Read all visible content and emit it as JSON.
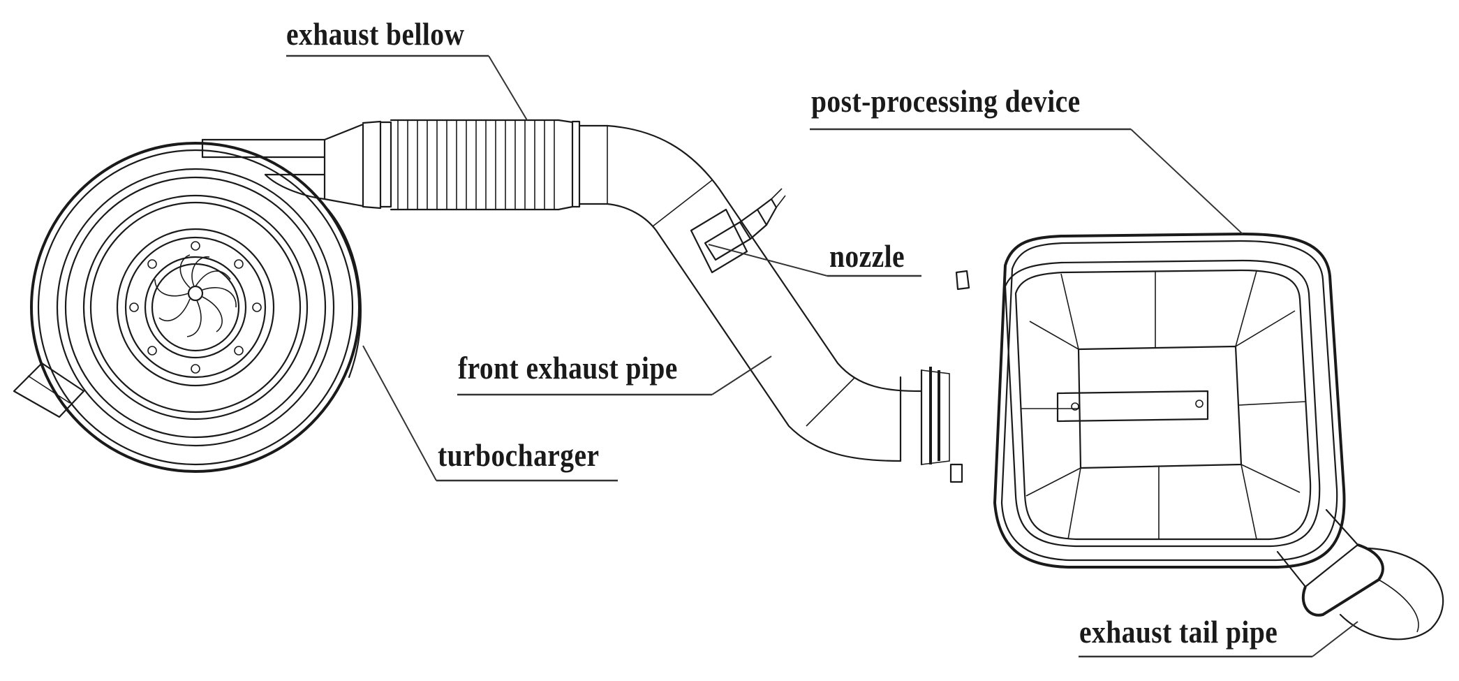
{
  "labels": {
    "exhaust_bellow": "exhaust bellow",
    "post_processing_device": "post-processing device",
    "nozzle": "nozzle",
    "front_exhaust_pipe": "front exhaust pipe",
    "turbocharger": "turbocharger",
    "exhaust_tail_pipe": "exhaust tail pipe"
  },
  "colors": {
    "ink": "#1a1a1a",
    "background": "#ffffff"
  }
}
